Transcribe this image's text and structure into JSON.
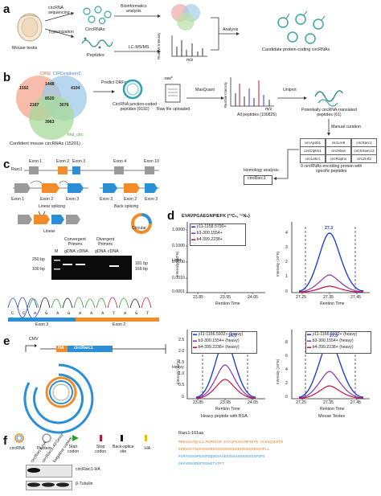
{
  "panel_a": {
    "letter": "a",
    "mouse_testis": "Mouse testis",
    "step_circrna": "circRNA\nsequencing",
    "step_trypsin": "Trypsinization",
    "circrnas": "CircRNAs",
    "peptides": "Peptides",
    "bioinfo": "Bioinformatics\nanalysis",
    "lcms": "LC-MS/MS",
    "relative_intensity": "Realtive Intensity",
    "mz": "m/z",
    "analysis": "Analysis",
    "candidate": "Candidate protein-coding circRNAs"
  },
  "panel_b": {
    "letter": "b",
    "venn_labels": [
      "CIRI2",
      "CIRCexplorer2",
      "find_circ"
    ],
    "venn_values": [
      "1592",
      "1448",
      "4104",
      "8520",
      "2187",
      "3076",
      "3963"
    ],
    "confident": "Confident mouse circRNAs (15201)",
    "predict": "Predict ORFs",
    "junction": "CircRNA junction-coded\npeptides (9192)",
    "raw_tag": ".raw*",
    "raw_file": "Raw file uploaded",
    "maxquant": "MaxQuant",
    "all_peptides": "All peptides (100825)",
    "uniprot": "Uniprot",
    "potential": "Potentially circRNA-translated\npeptides (61)",
    "manual": "Manual curation",
    "table": [
      [
        "circAp2b1",
        "circLrn9",
        "circRarc1"
      ],
      [
        "circClptm1",
        "circNbas",
        "circSmarcc2"
      ],
      [
        "circLekr1",
        "circRaph1",
        "circZnrf2"
      ]
    ],
    "homology": "Homology analysis",
    "circrarc1": "circRarc1",
    "nine": "9 circRNAs encoding protein with\nspecific peptides"
  },
  "panel_c": {
    "letter": "c",
    "gene": "Rarc1",
    "exons_top": [
      "Exon 1",
      "Exon 2",
      "Exon 3",
      "Exon 4",
      "Exon 10"
    ],
    "exons_linear": [
      "Exon 1",
      "Exon 2",
      "Exon 3"
    ],
    "exons_circ": [
      "Exon 3",
      "Exon 2",
      "Exon 3"
    ],
    "linear_splicing": "Linear splicing",
    "back_splicing": "Back splicing",
    "linear": "Linear",
    "circular": "Circular",
    "convergent": "Convergent\nPrimers",
    "divergent": "Divergent\nPrimers",
    "gel_cols": [
      "M",
      "gDNA",
      "cDNA",
      "gDNA",
      "cDNA"
    ],
    "gel_left": [
      "250 bp",
      "100 bp"
    ],
    "gel_right": [
      "181 bp",
      "166 bp"
    ],
    "sequence": [
      "C",
      "C",
      "A",
      "G",
      "A",
      "G",
      "A",
      "A",
      "A",
      "T",
      "A",
      "G",
      "T"
    ],
    "exon3": "Exon 3",
    "exon2": "Exon 2"
  },
  "panel_d": {
    "letter": "d",
    "peptide": "EVAVPGAEGNPIEFK (¹³C₆, ¹⁵N₂)",
    "row1_legend": [
      "y11-1158.5790+",
      "b3-300.1554+",
      "b4-399.2238+"
    ],
    "row2_legend": [
      "y11-1166.5932+ (heavy)",
      "b3-300.1554+ (heavy)",
      "b4-399.2238+ (heavy)"
    ],
    "light": "Light",
    "heavy": "Heavy",
    "ylabel_log": "Intensity (10^6)",
    "ylabel_lin": "Intensity (10^6)",
    "log_ticks": [
      "1.0000",
      "0.1000",
      "0.0100",
      "0.0010",
      "0.0001"
    ],
    "x_ticks_left": [
      "23.85",
      "23.95",
      "24.05"
    ],
    "x_ticks_right": [
      "27.25",
      "27.35",
      "27.45"
    ],
    "xlabel": "Rention Time",
    "peak_left_top": "",
    "peak_right_top": "27.3",
    "peak_left_bottom": "24.0",
    "peak_right_bottom": "27.3",
    "ticks_lin_top": [
      "4",
      "3",
      "2",
      "1",
      "0"
    ],
    "ticks_lin_bl": [
      "2.5",
      "2.0",
      "1.5",
      "1.0",
      "0.5",
      "0"
    ],
    "ticks_lin_br": [
      "8",
      "6",
      "4",
      "2",
      "0"
    ],
    "caption_left": "Heavy peptide with BSA",
    "caption_right": "Mouse Testes",
    "colors": {
      "y11": "#1f3fd0",
      "b3": "#8a35b5",
      "b4": "#c0143c"
    }
  },
  "panel_e": {
    "letter": "e",
    "cmv": "CMV",
    "ha": "HA",
    "construct": "circRarc1",
    "legend": [
      "circRNA",
      "Peotein",
      "Start\ncodon",
      "Stop\ncodon",
      "Back-splice\nsite",
      "HA"
    ]
  },
  "panel_f": {
    "letter": "f",
    "lanes": [
      "circRarc1-HA",
      "circRarc1-ATGmut",
      "Negative control"
    ],
    "bands": [
      "circRarc1-HA",
      "β-Tubulin"
    ],
    "seq_title": "Rarc1-161aa",
    "seq_lines": [
      "MREDAGAQALLLMAPKEGR EVAVPGAEGNPIEFK GLKSQAEEFE",
      "ERRSSSTSEESSSSRSSSSSSEEEEEEEEEEEERSSSPLL",
      "PSPASSSSPESSPSQDESASESSSSSSSSSSSSSPSPS",
      "GKVVRSGRDSTRSHGTVTPT"
    ]
  }
}
